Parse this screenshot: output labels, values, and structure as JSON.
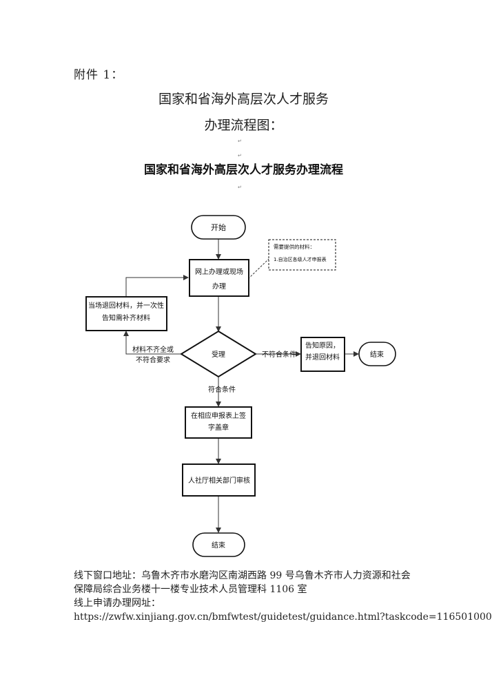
{
  "attachment_label": "附件 1：",
  "doc_title_line1": "国家和省海外高层次人才服务",
  "doc_title_line2": "办理流程图：",
  "flow_title": "国家和省海外高层次人才服务办理流程",
  "flow": {
    "start": "开始",
    "online_line1": "网上办理或现场",
    "online_line2": "办理",
    "materials_line1": "需要提供的材料：",
    "materials_line2": "1.自治区各级人才申报表",
    "return_line1": "当场退回材料，并一次性",
    "return_line2": "告知需补齐材料",
    "incomplete_line1": "材料不齐全或",
    "incomplete_line2": "不符合要求",
    "accept": "受理",
    "not_meet": "不符合条件",
    "notify_line1": "告知原因，",
    "notify_line2": "并退回材料",
    "end": "结束",
    "meet": "符合条件",
    "sign_line1": "在相应申报表上签",
    "sign_line2": "字盖章",
    "review": "人社厅相关部门审核",
    "end2": "结束"
  },
  "footer": {
    "line1": "线下窗口地址：乌鲁木齐市水磨沟区南湖西路 99 号乌鲁木齐市人力资源和社会",
    "line2": "保障局综合业务楼十一楼专业技术人员管理科 1106 室",
    "line3": "线上申请办理网址：",
    "line4": "https://zwfw.xinjiang.gov.cn/bmfwtest/guidetest/guidance.html?taskcode=116501000"
  }
}
